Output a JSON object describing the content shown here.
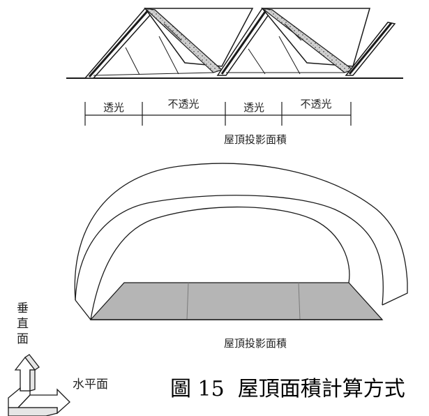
{
  "top_diagram": {
    "segments": [
      {
        "label": "透光"
      },
      {
        "label": "不透光"
      },
      {
        "label": "透光"
      },
      {
        "label": "不透光"
      }
    ],
    "projection_label": "屋頂投影面積"
  },
  "dome_diagram": {
    "projection_label": "屋頂投影面積"
  },
  "axes": {
    "vertical_label": "垂直面",
    "horizontal_label": "水平面"
  },
  "caption": "圖 15  屋頂面積計算方式",
  "colors": {
    "line": "#1a1a1a",
    "floor_fill": "#b5b5b5",
    "zigzag_fill": "#d8d8d8"
  }
}
